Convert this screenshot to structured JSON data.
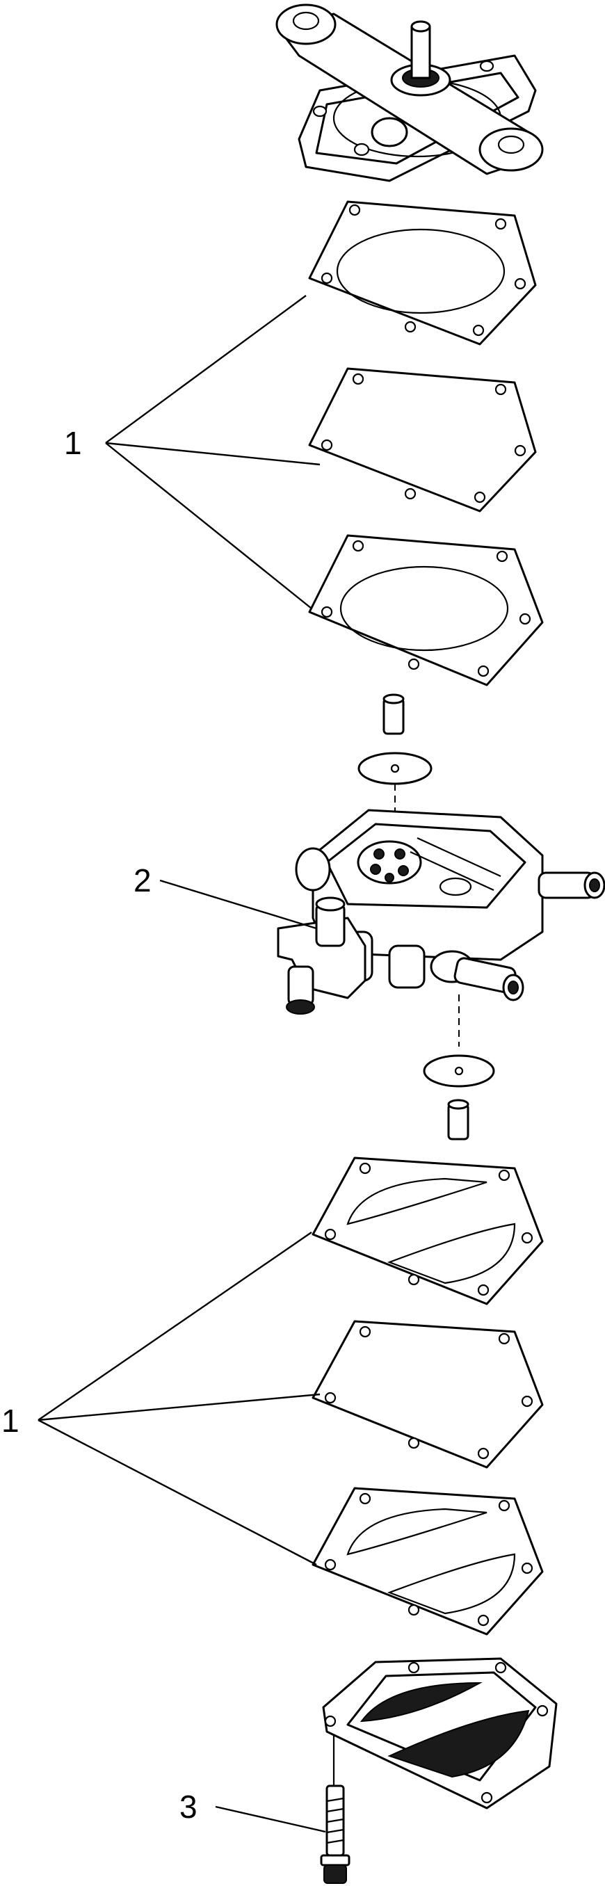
{
  "callouts": [
    {
      "id": "c1a",
      "label": "1"
    },
    {
      "id": "c2",
      "label": "2"
    },
    {
      "id": "c1b",
      "label": "1"
    },
    {
      "id": "c3",
      "label": "3"
    }
  ],
  "colors": {
    "line": "#000000",
    "background": "#ffffff"
  }
}
